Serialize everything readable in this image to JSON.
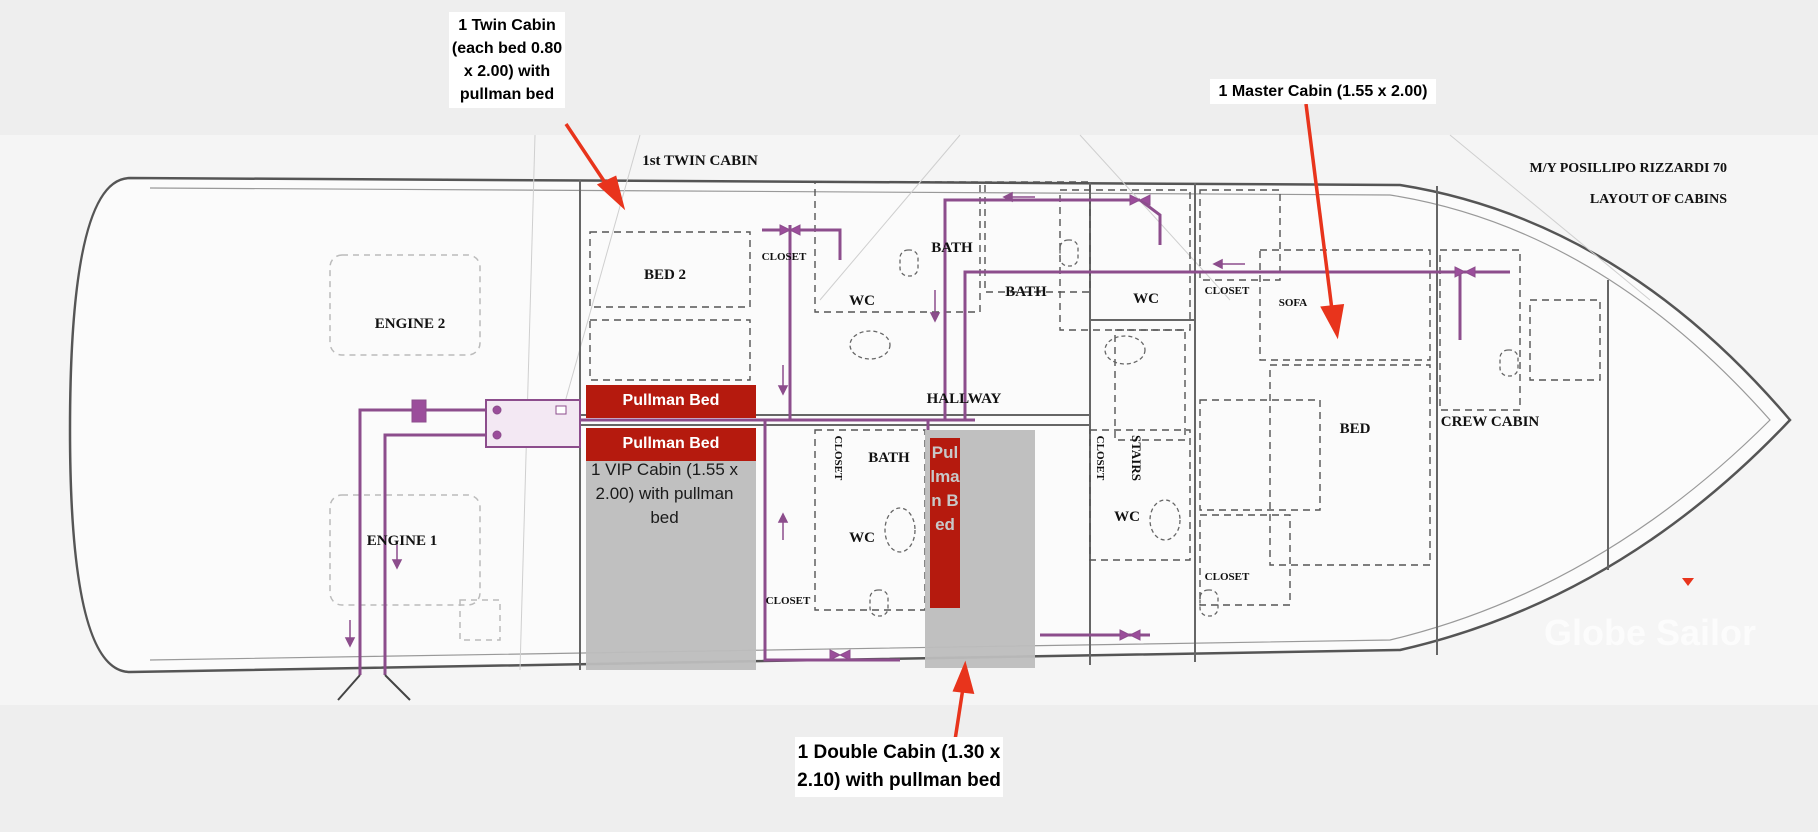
{
  "plan_title": "M/Y POSILLIPO RIZZARDI 70",
  "plan_subtitle": "LAYOUT OF CABINS",
  "rooms": {
    "twin_cabin": "1st TWIN CABIN",
    "bed2": "BED 2",
    "engine2": "ENGINE 2",
    "engine1": "ENGINE 1",
    "closet1": "CLOSET",
    "closet2": "CLOSET",
    "closet3": "CLOSET",
    "closet4": "CLOSET",
    "closet5": "CLOSET",
    "closet6": "CLOSET",
    "wc1": "WC",
    "wc2": "WC",
    "wc3": "WC",
    "wc4": "WC",
    "bath1": "BATH",
    "bath2": "BATH",
    "bath3": "BATH",
    "hallway": "HALLWAY",
    "stairs": "STAIRS",
    "sofa": "SOFA",
    "bed": "BED",
    "crew_cabin": "CREW CABIN"
  },
  "callouts": {
    "twin": "1 Twin Cabin (each bed 0.80 x 2.00) with pullman bed",
    "master": "1 Master Cabin (1.55 x 2.00)",
    "double": "1 Double Cabin (1.30 x 2.10) with pullman bed"
  },
  "vip_label": "1 VIP Cabin (1.55 x 2.00) with pullman bed",
  "pullman": {
    "top": "Pullman Bed",
    "bottom": "Pullman Bed",
    "vertical": "Pullman Bed"
  },
  "watermark": "Globe Sailor",
  "colors": {
    "highlight": "#b51a0e",
    "arrow": "#e8341c",
    "pipe": "#8c4d8c",
    "overlay": "#bdbdbd"
  }
}
